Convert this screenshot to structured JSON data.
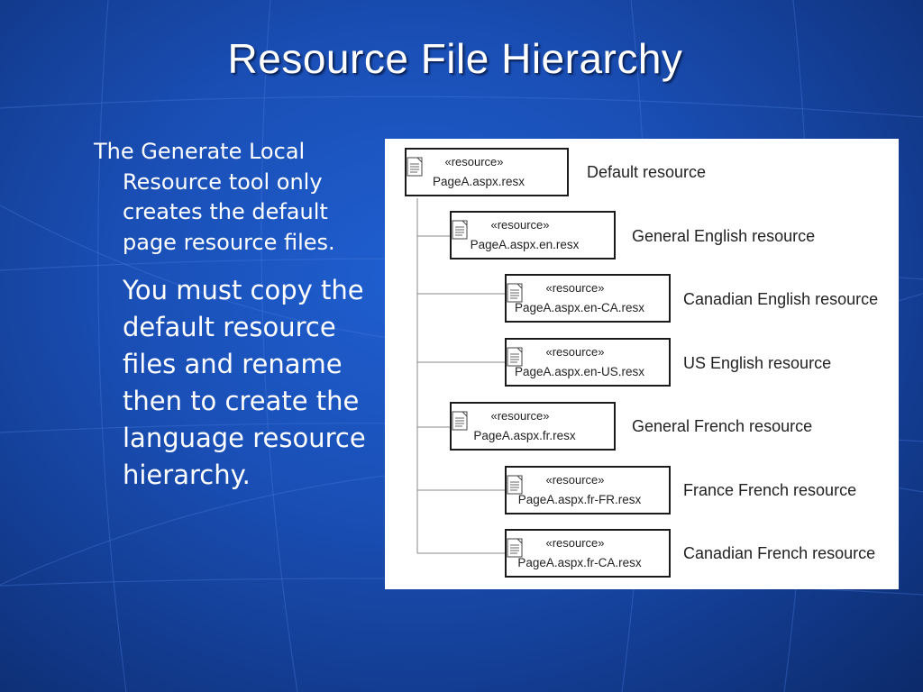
{
  "title": "Resource File Hierarchy",
  "bullets": [
    "The Generate Local Resource tool only creates the default page resource files.",
    "You must copy the default resource files and rename then to create the language resource hierarchy."
  ],
  "diagram": {
    "nodes": [
      {
        "stereotype": "«resource»",
        "file": "PageA.aspx.resx",
        "label": "Default resource",
        "level": 0
      },
      {
        "stereotype": "«resource»",
        "file": "PageA.aspx.en.resx",
        "label": "General English resource",
        "level": 1
      },
      {
        "stereotype": "«resource»",
        "file": "PageA.aspx.en-CA.resx",
        "label": "Canadian English resource",
        "level": 2
      },
      {
        "stereotype": "«resource»",
        "file": "PageA.aspx.en-US.resx",
        "label": "US English resource",
        "level": 2
      },
      {
        "stereotype": "«resource»",
        "file": "PageA.aspx.fr.resx",
        "label": "General French resource",
        "level": 1
      },
      {
        "stereotype": "«resource»",
        "file": "PageA.aspx.fr-FR.resx",
        "label": "France French resource",
        "level": 2
      },
      {
        "stereotype": "«resource»",
        "file": "PageA.aspx.fr-CA.resx",
        "label": "Canadian French resource",
        "level": 2
      }
    ],
    "node_icon": "document-icon"
  },
  "colors": {
    "background": "#1a4fb6",
    "text": "#ffffff",
    "diagram_background": "#ffffff"
  }
}
